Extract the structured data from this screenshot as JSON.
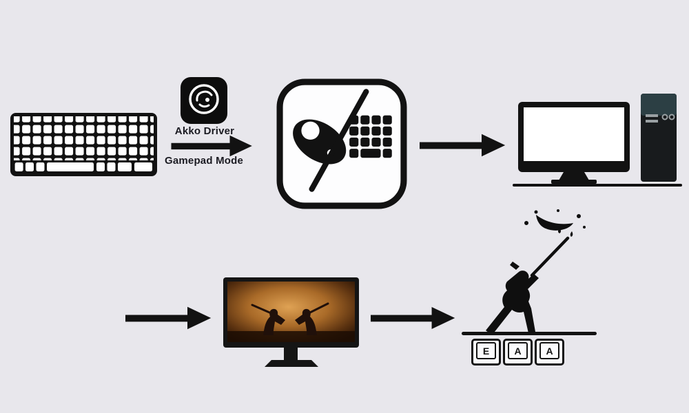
{
  "canvas": {
    "background": "#e8e7ec"
  },
  "flow": {
    "driver_label": "Akko Driver",
    "mode_label": "Gamepad Mode"
  },
  "keycaps": {
    "keys": [
      "E",
      "A",
      "A"
    ]
  },
  "colors": {
    "ink": "#111111",
    "background": "#e8e7ec",
    "screen_warm_center": "#d9984f",
    "screen_warm_edge": "#2a1405"
  },
  "icons": {
    "keyboard": "keyboard-icon",
    "akko_app": "akko-driver-app-icon",
    "mode_toggle": "gamepad-keyboard-toggle-icon",
    "arrow": "arrow-right-icon",
    "desktop_computer": "desktop-computer-icon",
    "game_monitor": "game-scene-monitor-icon",
    "samurai": "samurai-ink-icon",
    "keycap": "keycap-icon"
  }
}
